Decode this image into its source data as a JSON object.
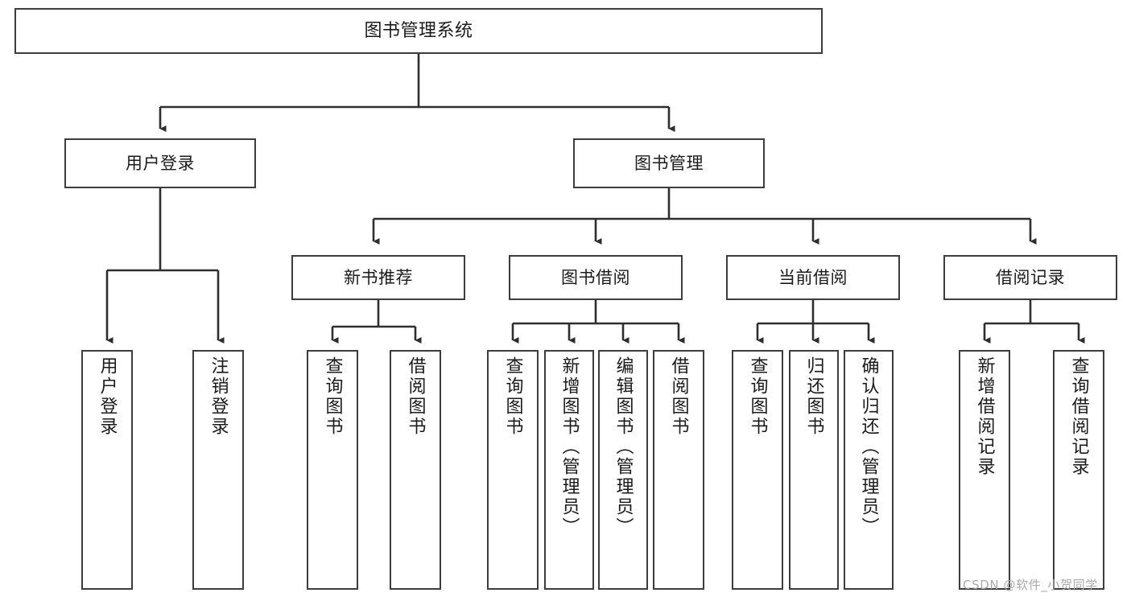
{
  "diagram": {
    "title": "图书管理系统",
    "type": "hierarchy-tree",
    "nodes": {
      "root": {
        "label": "图书管理系统",
        "orientation": "horizontal"
      },
      "l1": [
        {
          "id": "user-login",
          "label": "用户登录",
          "orientation": "horizontal"
        },
        {
          "id": "book-manage",
          "label": "图书管理",
          "orientation": "horizontal"
        }
      ],
      "l2": [
        {
          "id": "new-book-rec",
          "label": "新书推荐",
          "orientation": "horizontal"
        },
        {
          "id": "book-borrow",
          "label": "图书借阅",
          "orientation": "horizontal"
        },
        {
          "id": "current-borrow",
          "label": "当前借阅",
          "orientation": "horizontal"
        },
        {
          "id": "borrow-record",
          "label": "借阅记录",
          "orientation": "horizontal"
        }
      ],
      "leaves": [
        {
          "id": "leaf-user-login",
          "label": "用户登录",
          "orientation": "vertical",
          "parent": "user-login"
        },
        {
          "id": "leaf-logout",
          "label": "注销登录",
          "orientation": "vertical",
          "parent": "user-login"
        },
        {
          "id": "leaf-query-book-1",
          "label": "查询图书",
          "orientation": "vertical",
          "parent": "new-book-rec"
        },
        {
          "id": "leaf-borrow-book-1",
          "label": "借阅图书",
          "orientation": "vertical",
          "parent": "new-book-rec"
        },
        {
          "id": "leaf-query-book-2",
          "label": "查询图书",
          "orientation": "vertical",
          "parent": "book-borrow"
        },
        {
          "id": "leaf-add-book",
          "label": "新增图书（管理员）",
          "orientation": "vertical",
          "parent": "book-borrow"
        },
        {
          "id": "leaf-edit-book",
          "label": "编辑图书（管理员）",
          "orientation": "vertical",
          "parent": "book-borrow"
        },
        {
          "id": "leaf-borrow-book-2",
          "label": "借阅图书",
          "orientation": "vertical",
          "parent": "book-borrow"
        },
        {
          "id": "leaf-query-book-3",
          "label": "查询图书",
          "orientation": "vertical",
          "parent": "current-borrow"
        },
        {
          "id": "leaf-return-book",
          "label": "归还图书",
          "orientation": "vertical",
          "parent": "current-borrow"
        },
        {
          "id": "leaf-confirm-return",
          "label": "确认归还（管理员）",
          "orientation": "vertical",
          "parent": "current-borrow"
        },
        {
          "id": "leaf-add-record",
          "label": "新增借阅记录",
          "orientation": "vertical",
          "parent": "borrow-record"
        },
        {
          "id": "leaf-query-record",
          "label": "查询借阅记录",
          "orientation": "vertical",
          "parent": "borrow-record"
        }
      ]
    },
    "colors": {
      "border": "#3d3d3d",
      "fill": "#ffffff",
      "text": "#1b1b1b",
      "connector": "#2e2e2e",
      "watermark": "#a9a9a9"
    }
  },
  "watermark": {
    "text": "CSDN @软件_小贺同学"
  }
}
